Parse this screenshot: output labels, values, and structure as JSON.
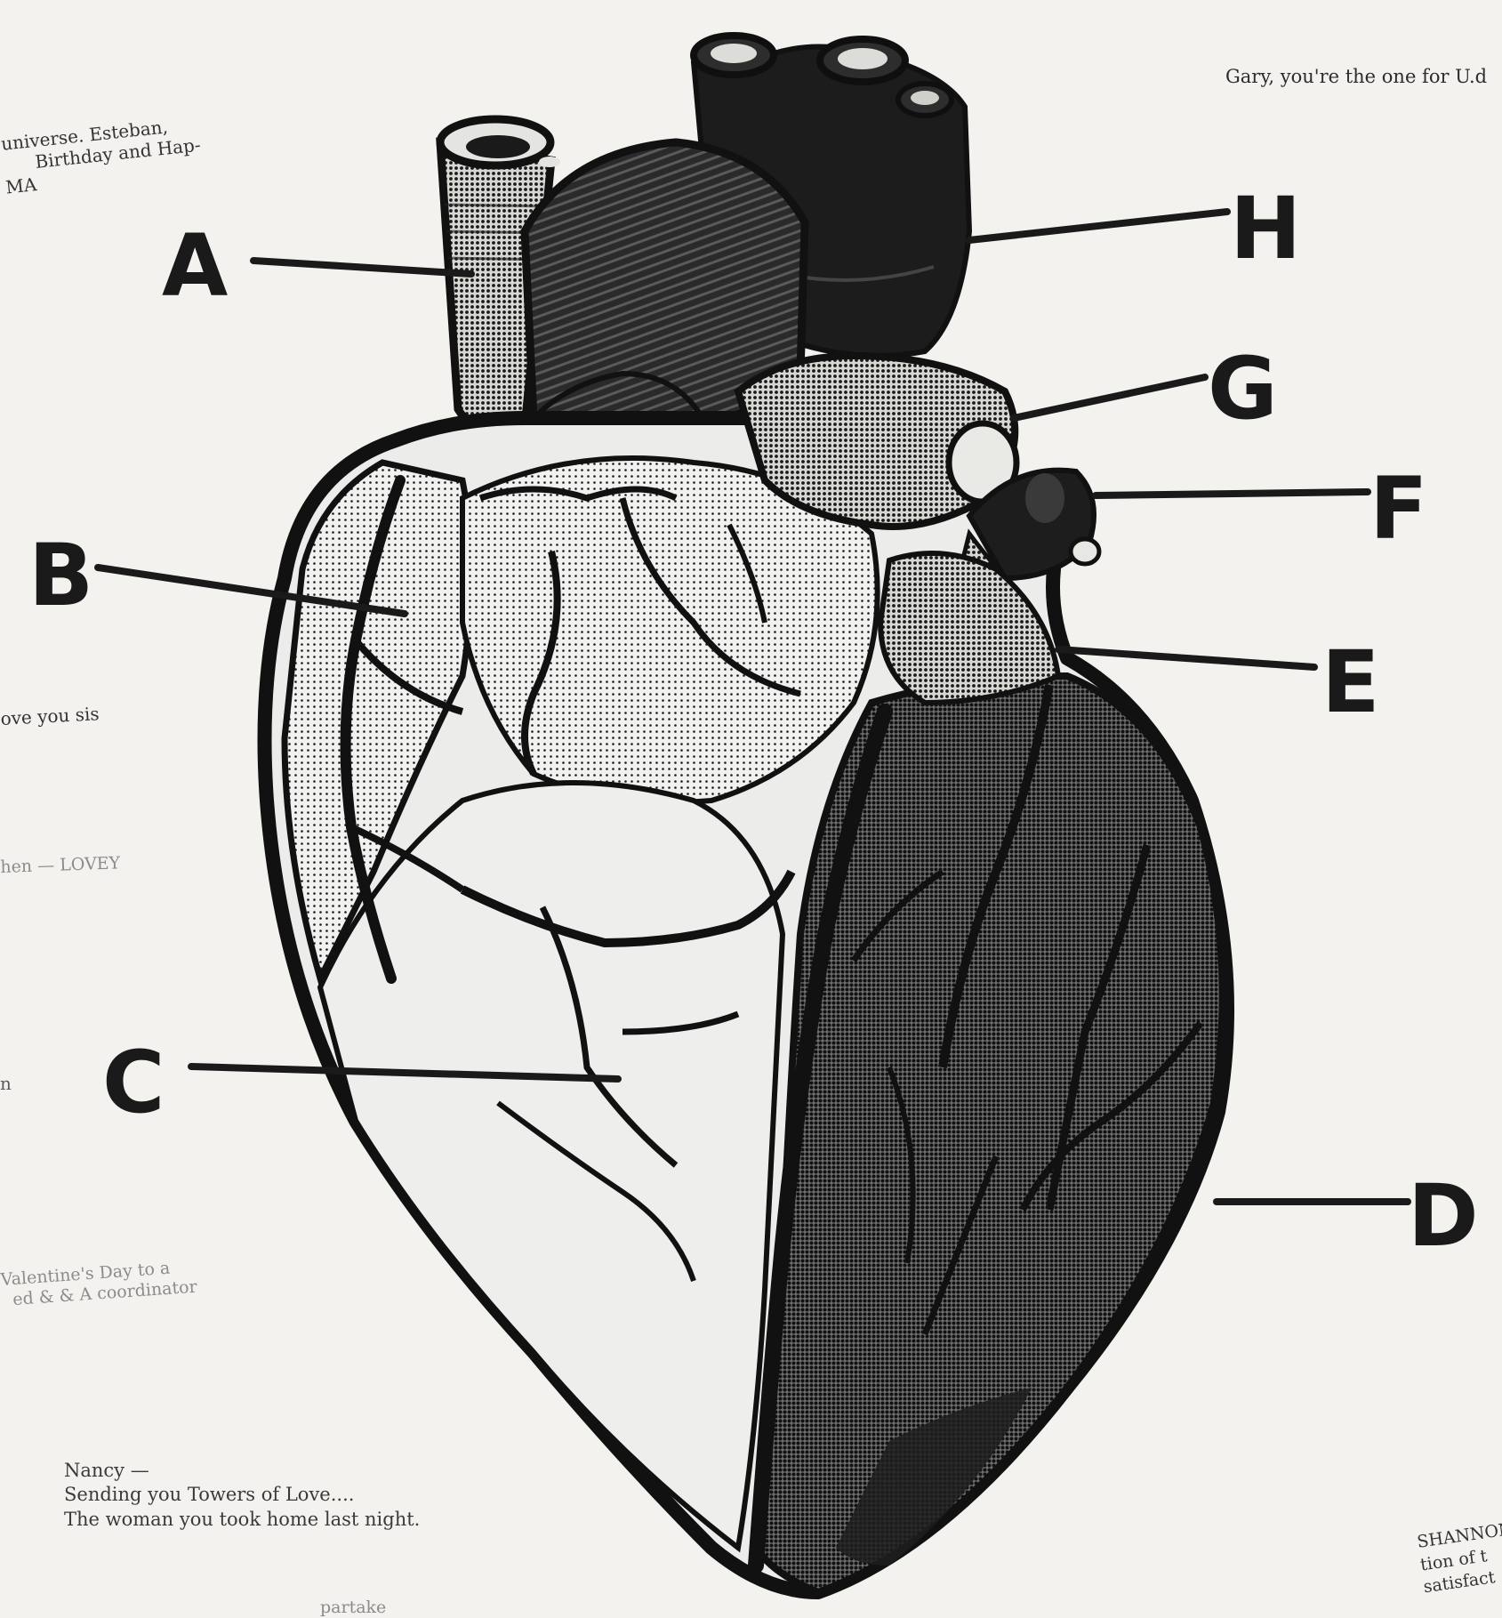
{
  "diagram": {
    "labels": [
      "A",
      "B",
      "C",
      "D",
      "E",
      "F",
      "G",
      "H"
    ]
  },
  "notes": {
    "gary": "Gary, you're the one for U.d",
    "esteban": [
      "universe. Esteban,",
      "Birthday and Hap-",
      "MA"
    ],
    "sis": "ove you sis",
    "lovey": "hen — LOVEY",
    "n": "n",
    "valentine": [
      "Valentine's Day to a",
      "ed & & A coordinator"
    ],
    "nancy": [
      "Nancy —",
      "Sending you Towers of Love....",
      "The woman you took home last night."
    ],
    "partake": "partake",
    "shannon": [
      "SHANNON",
      "tion of t",
      "satisfact"
    ]
  },
  "colors": {
    "ink": "#1a1a1a",
    "paper": "#f3f2ee",
    "light_tissue": "#ececea",
    "halftone_mid": "#b9b9b7",
    "halftone_dark": "#6e6e6c"
  }
}
